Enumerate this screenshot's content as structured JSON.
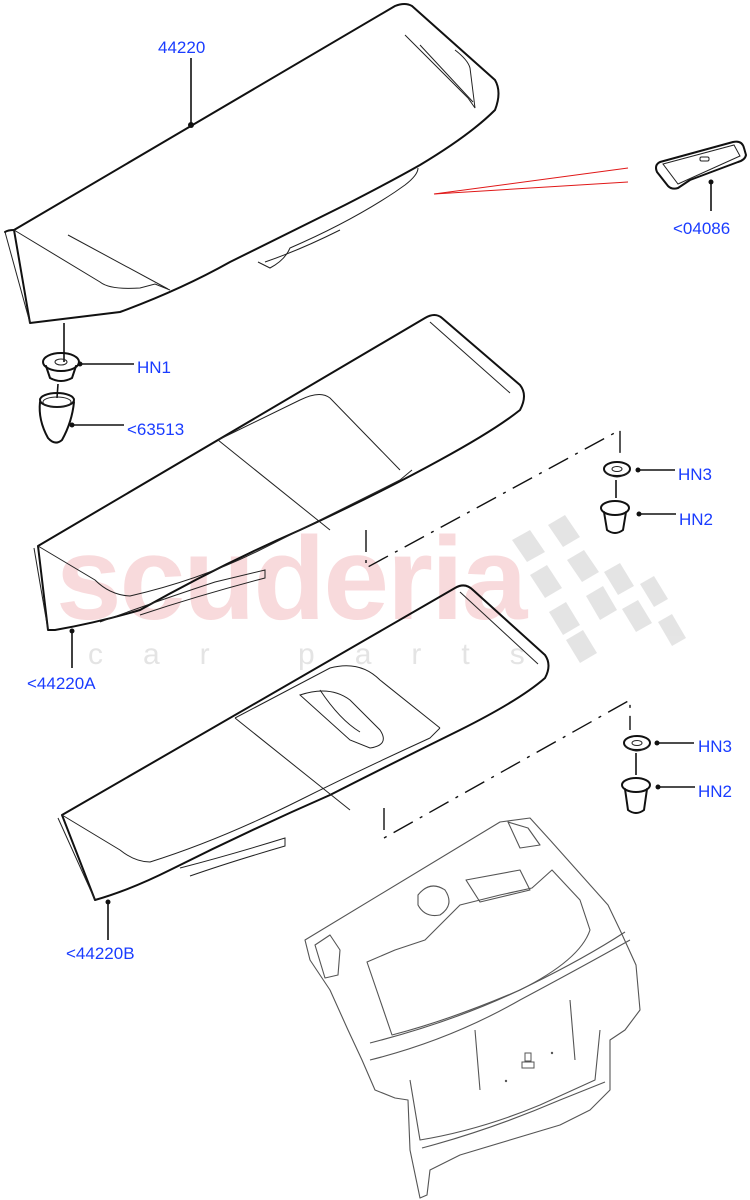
{
  "diagram": {
    "type": "exploded-parts-diagram",
    "subject": "Rear spoiler / tailgate",
    "accent_color": "#1a3cff",
    "callout_color": "#e01818",
    "watermark": {
      "main": "scuderia",
      "sub": "car parts",
      "color": "#f7d4d6"
    },
    "labels": [
      {
        "id": "44220",
        "text": "44220"
      },
      {
        "id": "04086",
        "text": "<04086"
      },
      {
        "id": "HN1",
        "text": "HN1"
      },
      {
        "id": "63513",
        "text": "<63513"
      },
      {
        "id": "HN3_a",
        "text": "HN3"
      },
      {
        "id": "HN2_a",
        "text": "HN2"
      },
      {
        "id": "44220A",
        "text": "<44220A"
      },
      {
        "id": "HN3_b",
        "text": "HN3"
      },
      {
        "id": "HN2_b",
        "text": "HN2"
      },
      {
        "id": "44220B",
        "text": "<44220B"
      }
    ],
    "parts": [
      {
        "name": "Rear spoiler",
        "label": "44220"
      },
      {
        "name": "Spoiler cover plate",
        "label": "<04086"
      },
      {
        "name": "Grommet nut",
        "label": "HN1"
      },
      {
        "name": "Grommet",
        "label": "<63513"
      },
      {
        "name": "Rear spoiler variant A",
        "label": "<44220A"
      },
      {
        "name": "Rear spoiler variant B",
        "label": "<44220B"
      },
      {
        "name": "Fastener cap",
        "label": "HN3"
      },
      {
        "name": "Fastener grommet",
        "label": "HN2"
      },
      {
        "name": "Tailgate",
        "label": ""
      }
    ]
  }
}
